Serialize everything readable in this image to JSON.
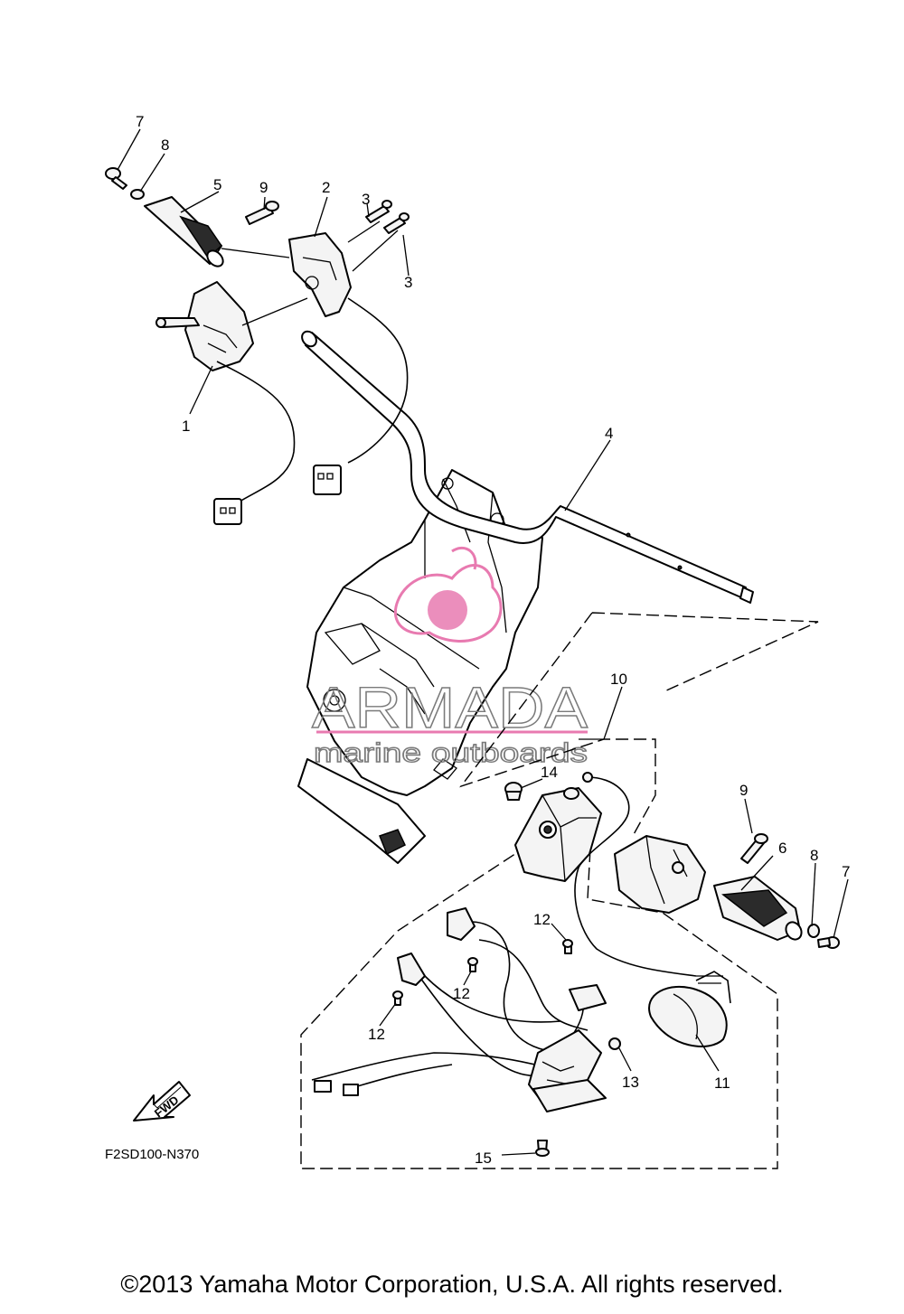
{
  "diagram": {
    "callouts": [
      "1",
      "2",
      "3",
      "3",
      "4",
      "5",
      "6",
      "7",
      "7",
      "8",
      "8",
      "9",
      "9",
      "10",
      "11",
      "12",
      "12",
      "12",
      "13",
      "14",
      "15"
    ],
    "diagram_code": "F2SD100-N370",
    "fwd_arrow_label": "FWD"
  },
  "watermark": {
    "brand": "ARMADA",
    "tagline": "marine outboards",
    "accent_color": "#e87ab0"
  },
  "footer": {
    "copyright": "©2013 Yamaha Motor Corporation, U.S.A. All rights reserved."
  }
}
